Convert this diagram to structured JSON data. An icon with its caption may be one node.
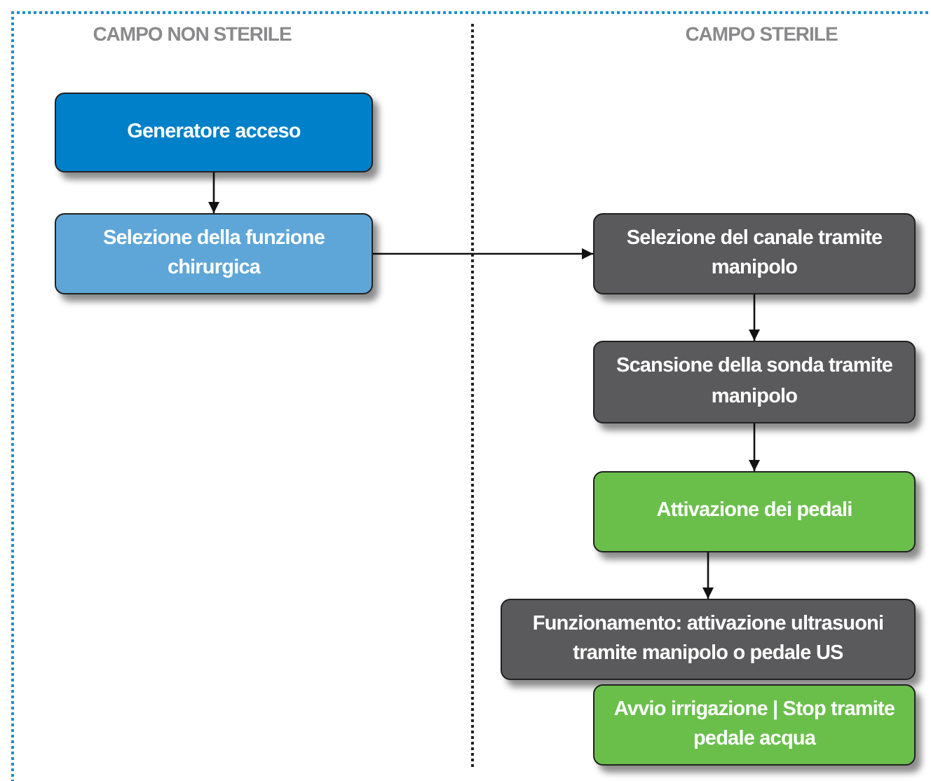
{
  "diagram": {
    "nodes": [
      {
        "text": [
          "Generatore acceso"
        ]
      },
      {
        "text": [
          "Selezione della funzione chirurgica"
        ]
      },
      {
        "text": [
          "Selezione del canale tramite manipolo"
        ]
      },
      {
        "text": [
          "Scansione della sonda tramite manipolo"
        ]
      },
      {
        "text": [
          "Attivazione dei pedali"
        ]
      },
      {
        "text": [
          "Funzionamento: attivazione ultrasuoni tramite manipolo o pedale US"
        ]
      },
      {
        "text": [
          "Avvio irrigazione | Stop tramite pedale acqua"
        ]
      }
    ],
    "edges": [
      {
        "from": 0,
        "to": 1,
        "arrow": "to"
      },
      {
        "from": 1,
        "to": 2,
        "arrow": "to"
      },
      {
        "from": 2,
        "to": 3,
        "arrow": "to"
      },
      {
        "from": 3,
        "to": 4,
        "arrow": "to"
      },
      {
        "from": 4,
        "to": 5,
        "arrow": "to"
      }
    ],
    "labels": [
      "CAMPO NON STERILE",
      "CAMPO STERILE"
    ]
  }
}
